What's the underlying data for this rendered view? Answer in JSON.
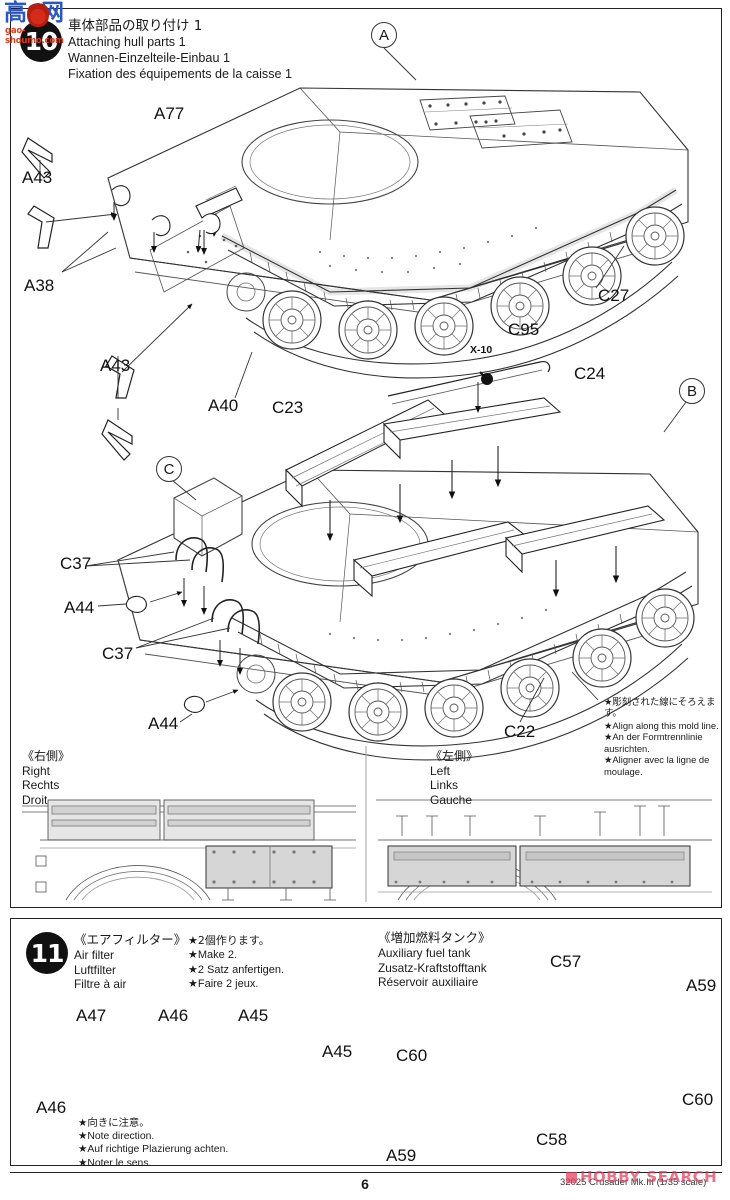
{
  "page": {
    "number": "6",
    "kit_caption": "32025 Crusader Mk.III (1/35 scale)"
  },
  "watermarks": {
    "top_logo_cjk": "高 网",
    "top_logo_domain": "gao-shoumo.com",
    "bottom_text": "HOBBY SEARCH"
  },
  "step10": {
    "number": "10",
    "title": {
      "jp": "車体部品の取り付け 1",
      "en": "Attaching hull parts 1",
      "de": "Wannen-Einzelteile-Einbau 1",
      "fr": "Fixation des équipements de la caisse 1"
    },
    "callouts": [
      {
        "letter": "A"
      },
      {
        "letter": "B"
      },
      {
        "letter": "C"
      }
    ],
    "parts": [
      {
        "id": "A77"
      },
      {
        "id": "A43"
      },
      {
        "id": "A38"
      },
      {
        "id": "A43b",
        "label": "A43"
      },
      {
        "id": "A40"
      },
      {
        "id": "C27"
      },
      {
        "id": "C95"
      },
      {
        "id": "C24"
      },
      {
        "id": "C23"
      },
      {
        "id": "C37"
      },
      {
        "id": "C37b",
        "label": "C37"
      },
      {
        "id": "A44"
      },
      {
        "id": "A44b",
        "label": "A44"
      },
      {
        "id": "C22"
      }
    ],
    "paint_marker": "X-10",
    "mold_note": {
      "jp": "★彫刻された線にそろえます。",
      "en": "★Align along this mold line.",
      "de": "★An der Formtrennlinie ausrichten.",
      "fr": "★Aligner avec la ligne de moulage."
    },
    "side_views": {
      "right": {
        "jp": "《右側》",
        "en": "Right",
        "de": "Rechts",
        "fr": "Droit"
      },
      "left": {
        "jp": "《左側》",
        "en": "Left",
        "de": "Links",
        "fr": "Gauche"
      }
    }
  },
  "step11": {
    "number": "11",
    "air_filter": {
      "title": {
        "jp": "《エアフィルター》",
        "en": "Air filter",
        "de": "Luftfilter",
        "fr": "Filtre à air"
      },
      "make_note": {
        "jp": "★2個作ります。",
        "en": "★Make 2.",
        "de": "★2 Satz anfertigen.",
        "fr": "★Faire 2 jeux."
      },
      "direction_note": {
        "jp": "★向きに注意。",
        "en": "★Note direction.",
        "de": "★Auf richtige Plazierung achten.",
        "fr": "★Noter le sens."
      },
      "parts": [
        {
          "id": "A47"
        },
        {
          "id": "A46"
        },
        {
          "id": "A46b",
          "label": "A46"
        },
        {
          "id": "A45"
        },
        {
          "id": "A45b",
          "label": "A45"
        }
      ]
    },
    "fuel_tank": {
      "title": {
        "jp": "《増加燃料タンク》",
        "en": "Auxiliary fuel tank",
        "de": "Zusatz-Kraftstofftank",
        "fr": "Réservoir auxiliaire"
      },
      "parts": [
        {
          "id": "C57"
        },
        {
          "id": "A59"
        },
        {
          "id": "A59b",
          "label": "A59"
        },
        {
          "id": "C60"
        },
        {
          "id": "C60b",
          "label": "C60"
        },
        {
          "id": "C58"
        }
      ]
    }
  }
}
